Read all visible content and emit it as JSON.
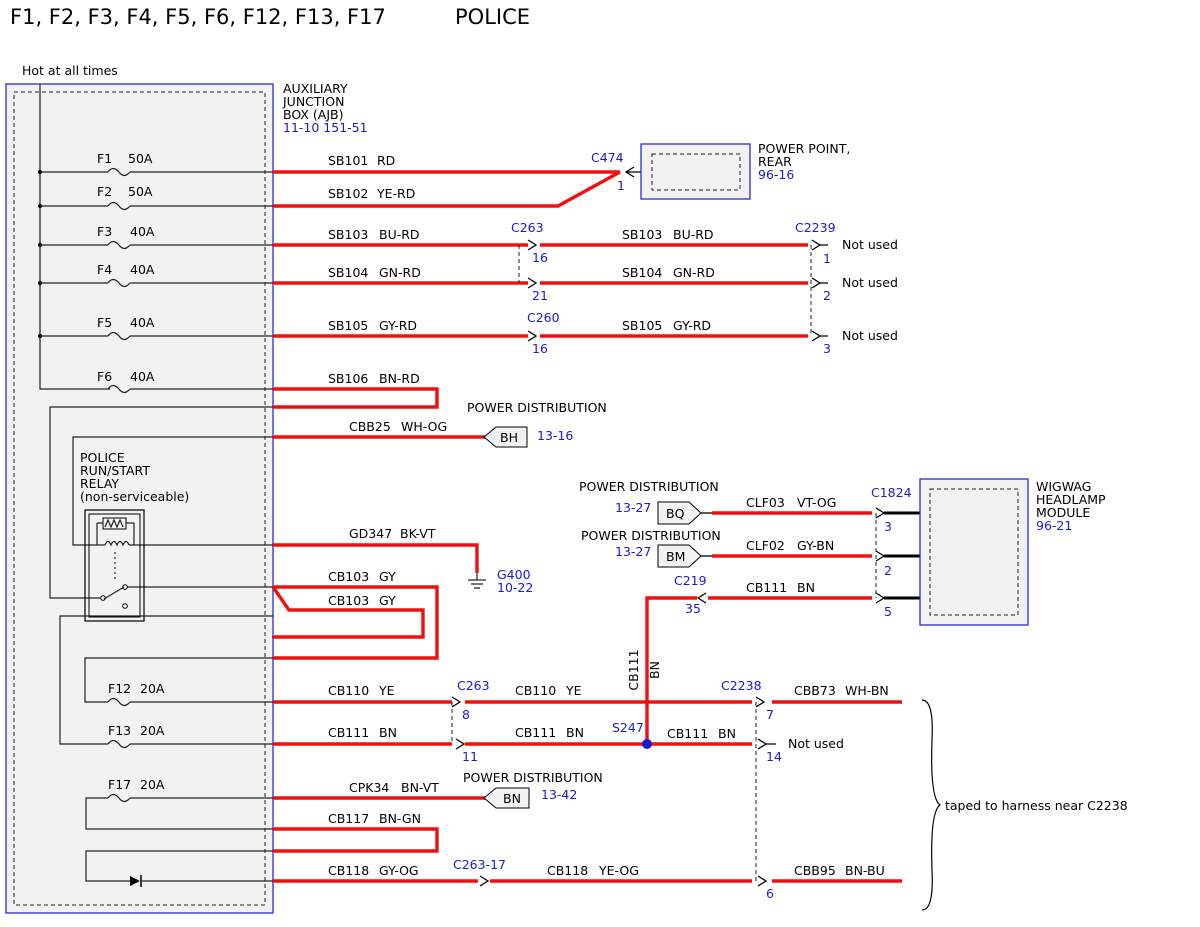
{
  "header": {
    "fuses": "F1, F2, F3, F4, F5, F6, F12, F13, F17",
    "variant": "POLICE"
  },
  "ajb": {
    "hot_label": "Hot at all times",
    "name_lines": [
      "AUXILIARY",
      "JUNCTION",
      "BOX (AJB)"
    ],
    "refs": "11-10  151-51"
  },
  "fuses": [
    {
      "id": "F1",
      "rating": "50A"
    },
    {
      "id": "F2",
      "rating": "50A"
    },
    {
      "id": "F3",
      "rating": "40A"
    },
    {
      "id": "F4",
      "rating": "40A"
    },
    {
      "id": "F5",
      "rating": "40A"
    },
    {
      "id": "F6",
      "rating": "40A"
    },
    {
      "id": "F12",
      "rating": "20A"
    },
    {
      "id": "F13",
      "rating": "20A"
    },
    {
      "id": "F17",
      "rating": "20A"
    }
  ],
  "relay": {
    "lines": [
      "POLICE",
      "RUN/START",
      "RELAY",
      "(non-serviceable)"
    ]
  },
  "circuits": [
    {
      "code": "SB101",
      "color": "RD"
    },
    {
      "code": "SB102",
      "color": "YE-RD"
    },
    {
      "code": "SB103",
      "color": "BU-RD"
    },
    {
      "code": "SB104",
      "color": "GN-RD"
    },
    {
      "code": "SB105",
      "color": "GY-RD"
    },
    {
      "code": "SB106",
      "color": "BN-RD"
    },
    {
      "code": "CBB25",
      "color": "WH-OG"
    },
    {
      "code": "GD347",
      "color": "BK-VT"
    },
    {
      "code": "CB103",
      "color": "GY"
    },
    {
      "code": "CB103",
      "color": "GY"
    },
    {
      "code": "CB110",
      "color": "YE"
    },
    {
      "code": "CB111",
      "color": "BN"
    },
    {
      "code": "CPK34",
      "color": "BN-VT"
    },
    {
      "code": "CB117",
      "color": "BN-GN"
    },
    {
      "code": "CB118",
      "color": "GY-OG"
    },
    {
      "code": "SB103",
      "color": "BU-RD"
    },
    {
      "code": "SB104",
      "color": "GN-RD"
    },
    {
      "code": "SB105",
      "color": "GY-RD"
    },
    {
      "code": "CLF03",
      "color": "VT-OG"
    },
    {
      "code": "CLF02",
      "color": "GY-BN"
    },
    {
      "code": "CB111",
      "color": "BN"
    },
    {
      "code": "CB110",
      "color": "YE"
    },
    {
      "code": "CB111",
      "color": "BN"
    },
    {
      "code": "CB111",
      "color": "BN"
    },
    {
      "code": "CB118",
      "color": "YE-OG"
    },
    {
      "code": "CBB73",
      "color": "WH-BN"
    },
    {
      "code": "CBB95",
      "color": "BN-BU"
    }
  ],
  "vertical_wire": {
    "code": "CB111",
    "color": "BN"
  },
  "connectors": [
    {
      "id": "C474",
      "pin": "1"
    },
    {
      "id": "C263",
      "pin": "16"
    },
    {
      "id": "C263",
      "pin": "21"
    },
    {
      "id": "C260",
      "pin": "16"
    },
    {
      "id": "C2239",
      "pin": "1"
    },
    {
      "id": "C2239",
      "pin": "2"
    },
    {
      "id": "C2239",
      "pin": "3"
    },
    {
      "id": "C1824",
      "pin": "3"
    },
    {
      "id": "C1824",
      "pin": "2"
    },
    {
      "id": "C1824",
      "pin": "5"
    },
    {
      "id": "C219",
      "pin": "35"
    },
    {
      "id": "C263",
      "pin": "8"
    },
    {
      "id": "C263",
      "pin": "11"
    },
    {
      "id": "C2238",
      "pin": "7"
    },
    {
      "id": "C2238",
      "pin": "14"
    },
    {
      "id": "C2238",
      "pin": "6"
    },
    {
      "id": "C263-17",
      "pin": ""
    }
  ],
  "splice": "S247",
  "ground": {
    "id": "G400",
    "ref": "10-22"
  },
  "power_point": {
    "lines": [
      "POWER POINT,",
      "REAR"
    ],
    "ref": "96-16"
  },
  "wigwag": {
    "lines": [
      "WIGWAG",
      "HEADLAMP",
      "MODULE"
    ],
    "ref": "96-21"
  },
  "power_distribution": [
    {
      "label": "POWER DISTRIBUTION",
      "tag": "BH",
      "ref": "13-16"
    },
    {
      "label": "POWER DISTRIBUTION",
      "tag": "BQ",
      "ref": "13-27"
    },
    {
      "label": "POWER DISTRIBUTION",
      "tag": "BM",
      "ref": "13-27"
    },
    {
      "label": "POWER DISTRIBUTION",
      "tag": "BN",
      "ref": "13-42"
    }
  ],
  "not_used": [
    "Not used",
    "Not used",
    "Not used",
    "Not used"
  ],
  "note": "taped to harness near C2238"
}
